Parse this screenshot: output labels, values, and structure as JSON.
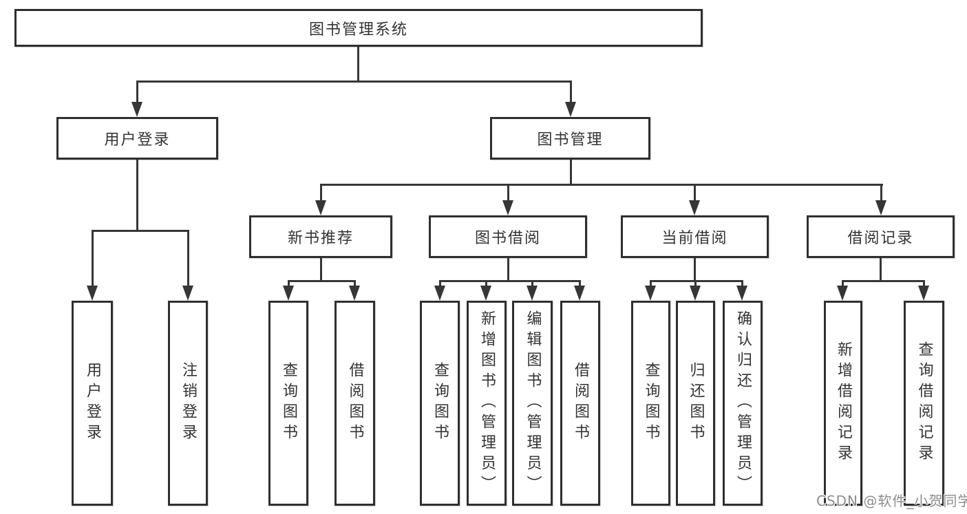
{
  "page": {
    "background_color": "#ffffff",
    "line_color": "#363636",
    "border_color": "#2f2f2f",
    "text_color": "#333333"
  },
  "tree": {
    "root": {
      "label": "图书管理系统"
    },
    "level1": [
      {
        "label": "用户登录",
        "children": [
          {
            "label": "用户登录"
          },
          {
            "label": "注销登录"
          }
        ]
      },
      {
        "label": "图书管理",
        "children": [
          {
            "label": "新书推荐",
            "children": [
              {
                "label": "查询图书"
              },
              {
                "label": "借阅图书"
              }
            ]
          },
          {
            "label": "图书借阅",
            "children": [
              {
                "label": "查询图书"
              },
              {
                "label": "新增图书（管理员）"
              },
              {
                "label": "编辑图书（管理员）"
              },
              {
                "label": "借阅图书"
              }
            ]
          },
          {
            "label": "当前借阅",
            "children": [
              {
                "label": "查询图书"
              },
              {
                "label": "归还图书"
              },
              {
                "label": "确认归还（管理员）"
              }
            ]
          },
          {
            "label": "借阅记录",
            "children": [
              {
                "label": "新增借阅记录"
              },
              {
                "label": "查询借阅记录"
              }
            ]
          }
        ]
      }
    ]
  },
  "watermark": {
    "text": "CSDN @软件_小贺同学",
    "color": "#8c8c8c"
  }
}
